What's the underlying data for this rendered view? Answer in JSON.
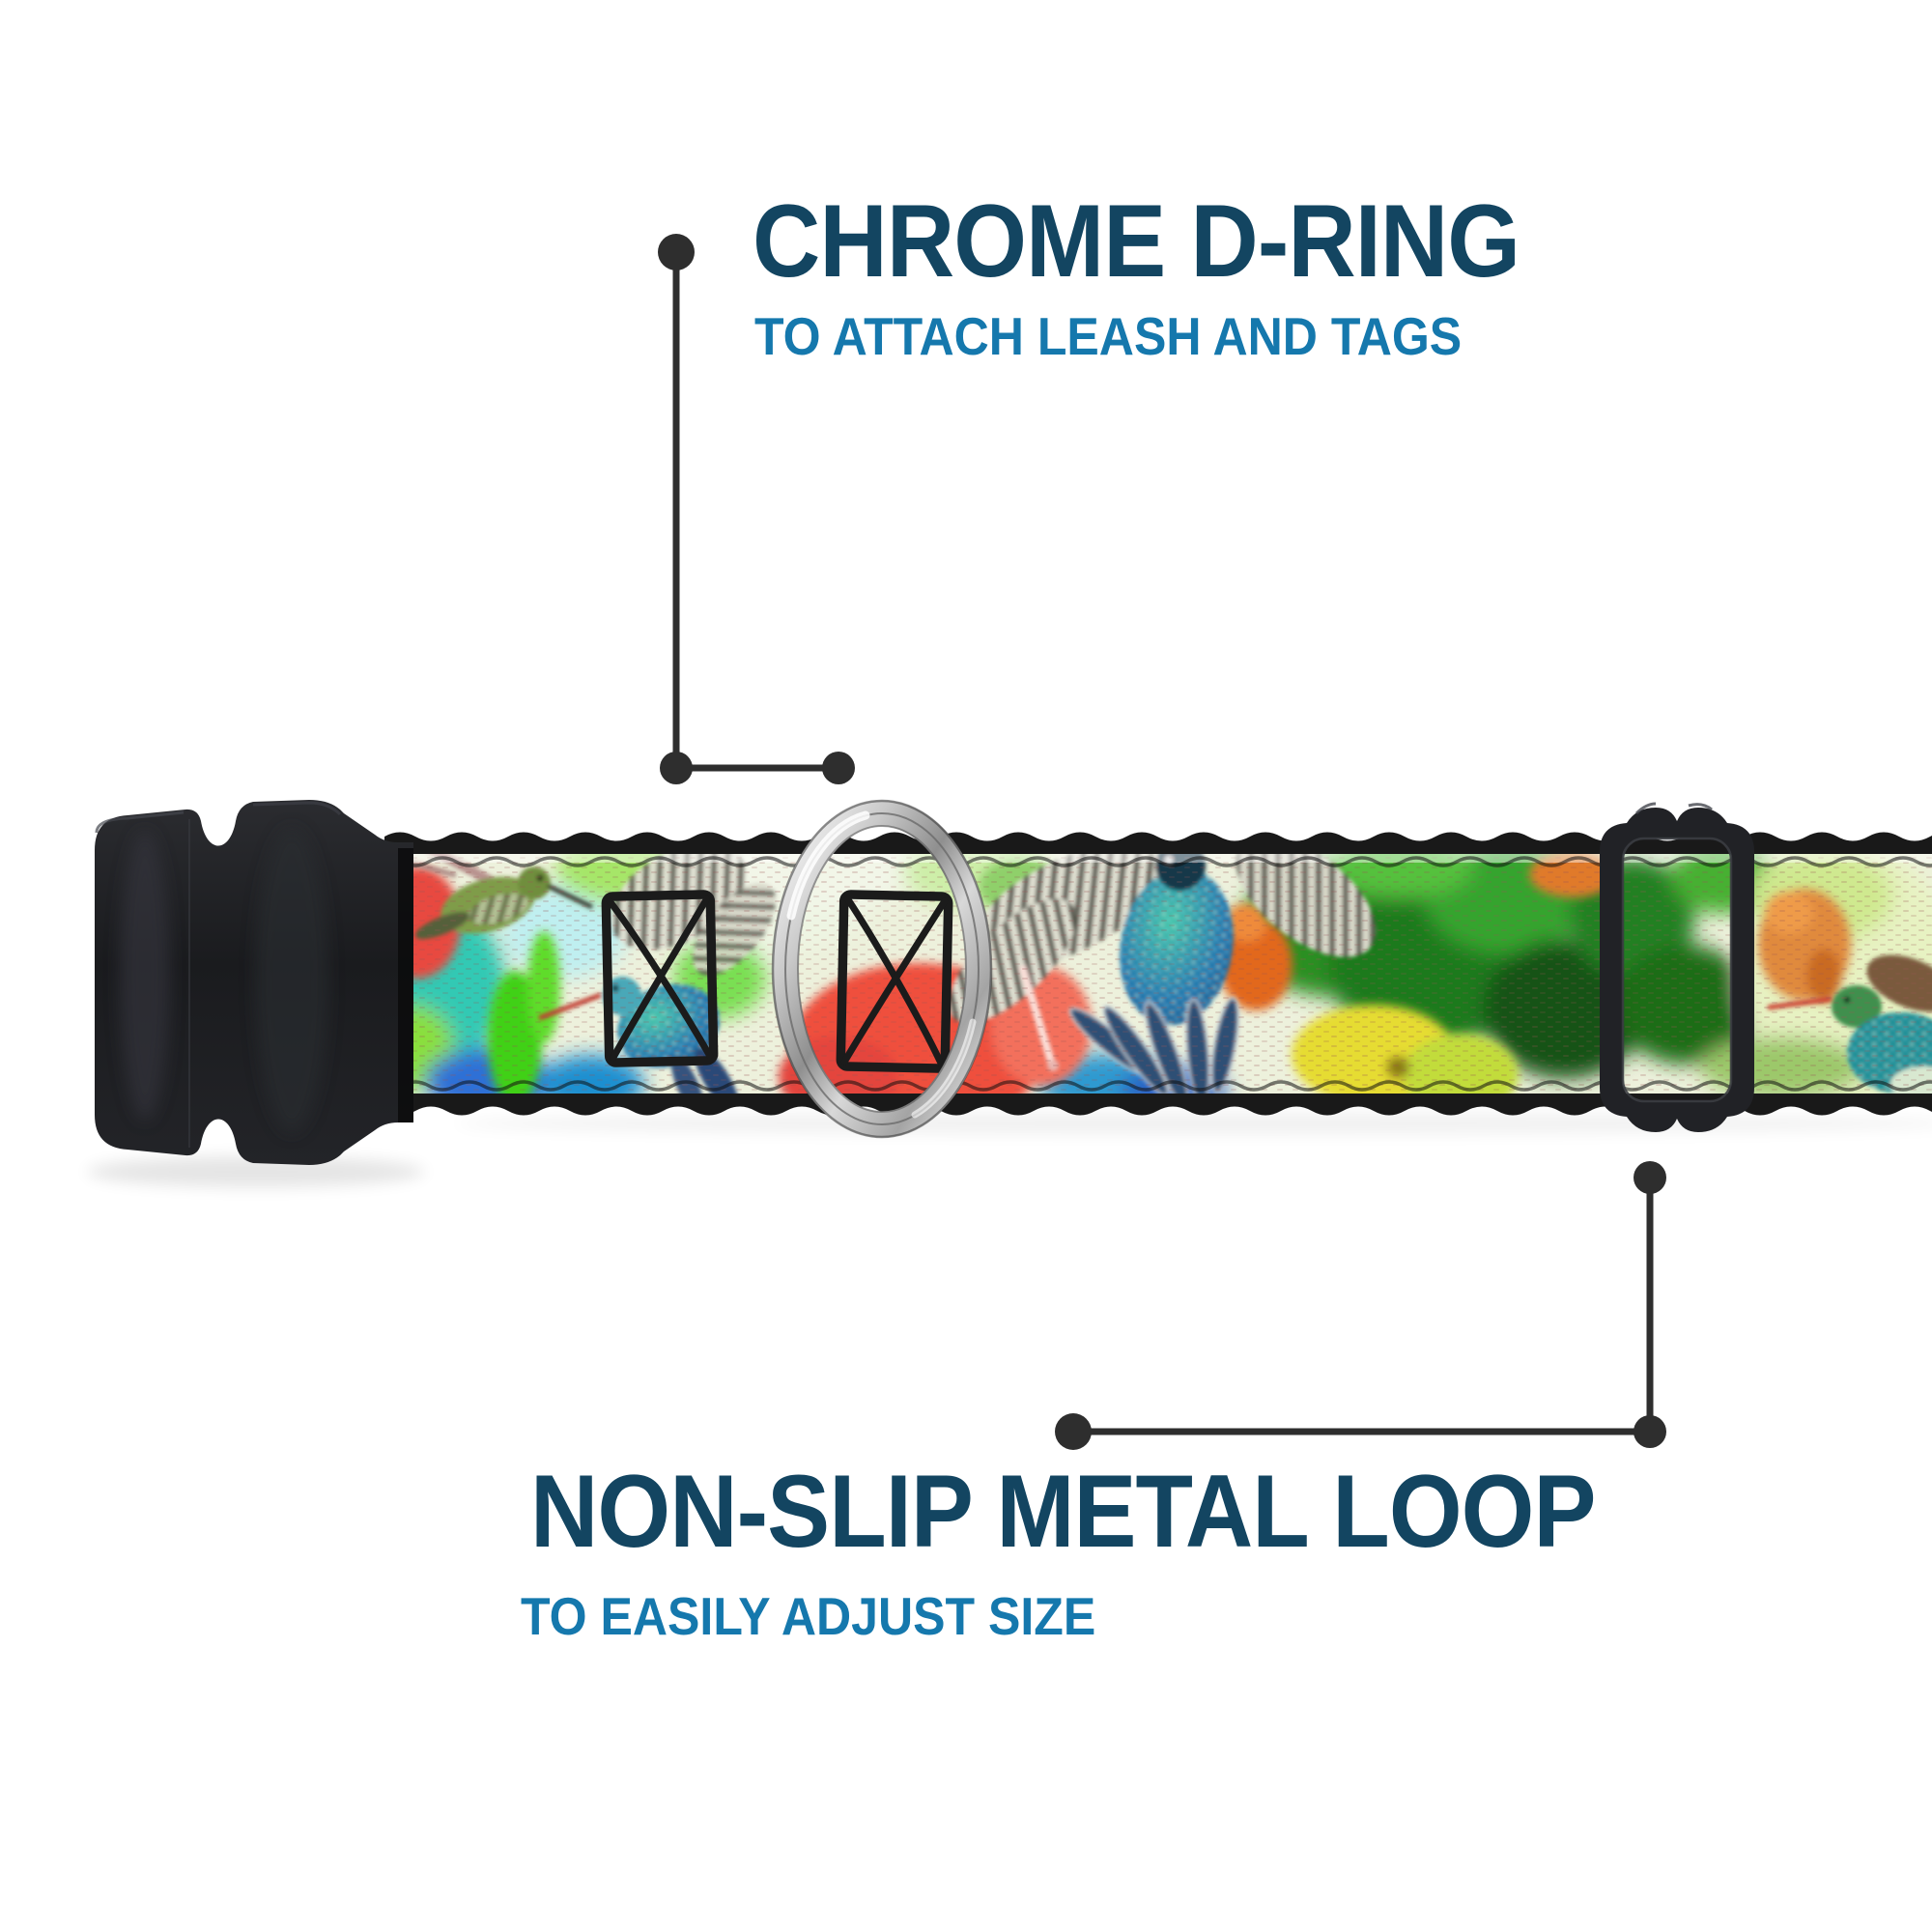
{
  "page": {
    "type": "product-infographic",
    "background": "#ffffff"
  },
  "annotations": {
    "d_ring": {
      "title": "CHROME D-RING",
      "subtitle": "TO ATTACH LEASH AND TAGS"
    },
    "metal_loop": {
      "title": "NON-SLIP METAL LOOP",
      "subtitle": "TO EASILY ADJUST SIZE"
    }
  },
  "colors": {
    "title_text": "#134561",
    "subtitle_text": "#1578ad",
    "callout_line": "#2e2e2e",
    "buckle_black": "#1f2024",
    "chrome_silver": "#c9c9c9",
    "webbing_border": "#191919",
    "hibiscus_red": "#ef4f3e",
    "foliage_green": "#2a8f22",
    "watercolor_teal": "#32c9b4",
    "flower_yellow": "#e6dc30"
  },
  "parts": {
    "buckle": "black plastic side-release buckle",
    "d_ring": "chrome D-ring",
    "slider": "black metal tri-glide loop",
    "webbing": "hummingbird and hibiscus printed webbing"
  }
}
